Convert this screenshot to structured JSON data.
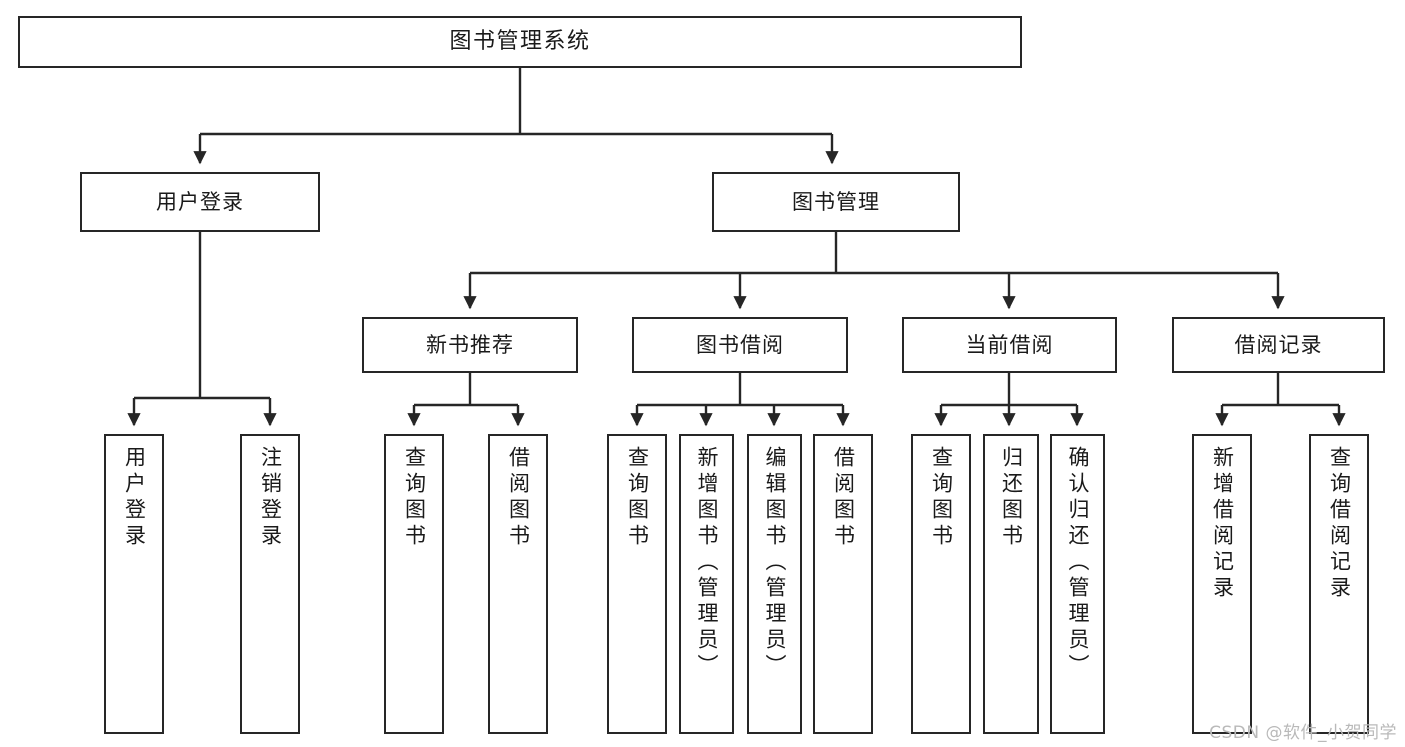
{
  "diagram": {
    "type": "tree",
    "title": "图书管理系统",
    "style": {
      "box_border_color": "#262626",
      "box_fill": "#ffffff",
      "text_color": "#1a1a1a",
      "line_color": "#262626",
      "watermark_color": "#b9b9b9"
    },
    "watermark": "CSDN @软件_小贺同学",
    "nodes": {
      "root": {
        "label": "图书管理系统"
      },
      "level2": [
        {
          "id": "user-login",
          "label": "用户登录"
        },
        {
          "id": "book-manage",
          "label": "图书管理"
        }
      ],
      "level3": [
        {
          "id": "new-book-recommend",
          "label": "新书推荐"
        },
        {
          "id": "book-borrow",
          "label": "图书借阅"
        },
        {
          "id": "current-borrow",
          "label": "当前借阅"
        },
        {
          "id": "borrow-record",
          "label": "借阅记录"
        }
      ],
      "leaves": [
        {
          "id": "leaf-user-login",
          "label": "用户登录",
          "parent": "user-login"
        },
        {
          "id": "leaf-user-logout",
          "label": "注销登录",
          "parent": "user-login"
        },
        {
          "id": "leaf-query-book-1",
          "label": "查询图书",
          "parent": "new-book-recommend"
        },
        {
          "id": "leaf-borrow-book-1",
          "label": "借阅图书",
          "parent": "new-book-recommend"
        },
        {
          "id": "leaf-query-book-2",
          "label": "查询图书",
          "parent": "book-borrow"
        },
        {
          "id": "leaf-add-book",
          "label": "新增图书（管理员）",
          "parent": "book-borrow"
        },
        {
          "id": "leaf-edit-book",
          "label": "编辑图书（管理员）",
          "parent": "book-borrow"
        },
        {
          "id": "leaf-borrow-book-2",
          "label": "借阅图书",
          "parent": "book-borrow"
        },
        {
          "id": "leaf-query-book-3",
          "label": "查询图书",
          "parent": "current-borrow"
        },
        {
          "id": "leaf-return-book",
          "label": "归还图书",
          "parent": "current-borrow"
        },
        {
          "id": "leaf-confirm-return",
          "label": "确认归还（管理员）",
          "parent": "current-borrow"
        },
        {
          "id": "leaf-add-record",
          "label": "新增借阅记录",
          "parent": "borrow-record"
        },
        {
          "id": "leaf-query-record",
          "label": "查询借阅记录",
          "parent": "borrow-record"
        }
      ]
    }
  }
}
